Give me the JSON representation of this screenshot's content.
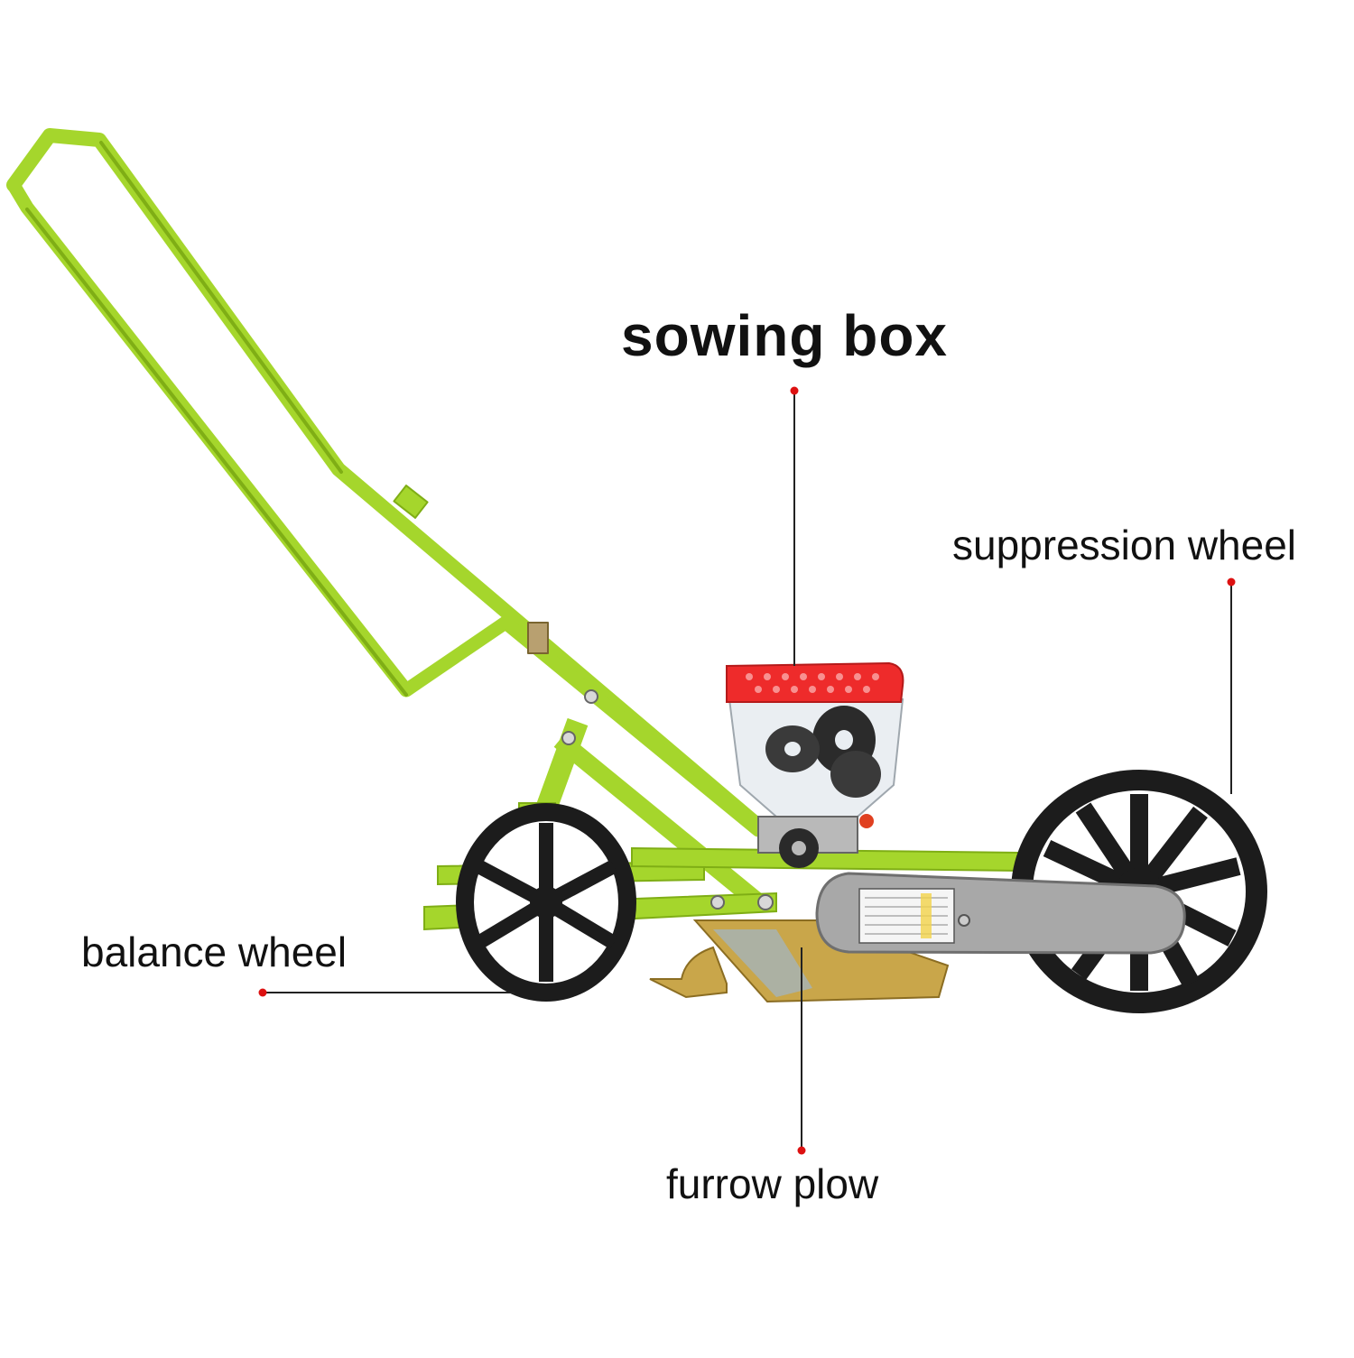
{
  "labels": {
    "sowing_box": "sowing box",
    "suppression_wheel": "suppression wheel",
    "balance_wheel": "balance wheel",
    "furrow_plow": "furrow plow"
  },
  "colors": {
    "frame": "#a5d62c",
    "frame_shade": "#7fae15",
    "hopper_lid": "#ee2b2b",
    "wheel": "#1c1c1c",
    "guard": "#a8a8a8",
    "plow": "#c9a64a",
    "pointer_dot": "#dd1111",
    "pointer_line": "#222222"
  }
}
